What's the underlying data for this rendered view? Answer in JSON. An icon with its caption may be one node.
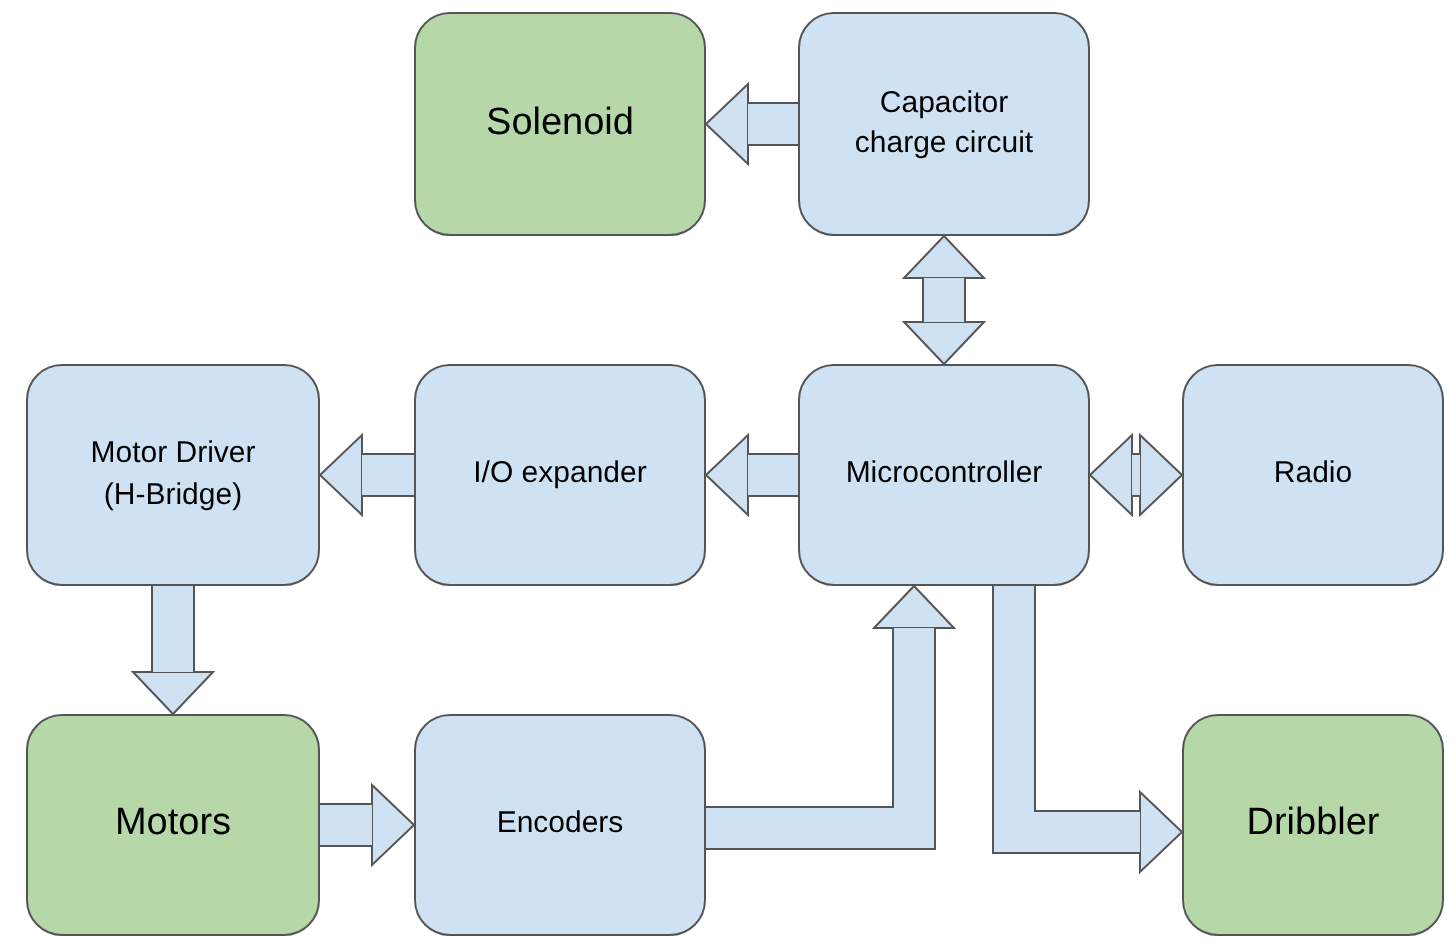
{
  "diagram": {
    "nodes": [
      {
        "text": [
          "Solenoid"
        ]
      },
      {
        "text": [
          "Capacitor charge circuit"
        ]
      },
      {
        "text": [
          "Motor Driver (H-Bridge)"
        ]
      },
      {
        "text": [
          "I/O expander"
        ]
      },
      {
        "text": [
          "Microcontroller"
        ]
      },
      {
        "text": [
          "Radio"
        ]
      },
      {
        "text": [
          "Motors"
        ]
      },
      {
        "text": [
          "Encoders"
        ]
      },
      {
        "text": [
          "Dribbler"
        ]
      }
    ],
    "edges": [
      {
        "from": 1,
        "to": 0,
        "arrow": "to"
      },
      {
        "from": 1,
        "to": 4,
        "arrow": "both"
      },
      {
        "from": 4,
        "to": 3,
        "arrow": "to"
      },
      {
        "from": 3,
        "to": 2,
        "arrow": "to"
      },
      {
        "from": 4,
        "to": 5,
        "arrow": "both"
      },
      {
        "from": 2,
        "to": 6,
        "arrow": "to"
      },
      {
        "from": 6,
        "to": 7,
        "arrow": "to"
      },
      {
        "from": 7,
        "to": 4,
        "arrow": "to"
      },
      {
        "from": 4,
        "to": 8,
        "arrow": "to"
      }
    ]
  }
}
